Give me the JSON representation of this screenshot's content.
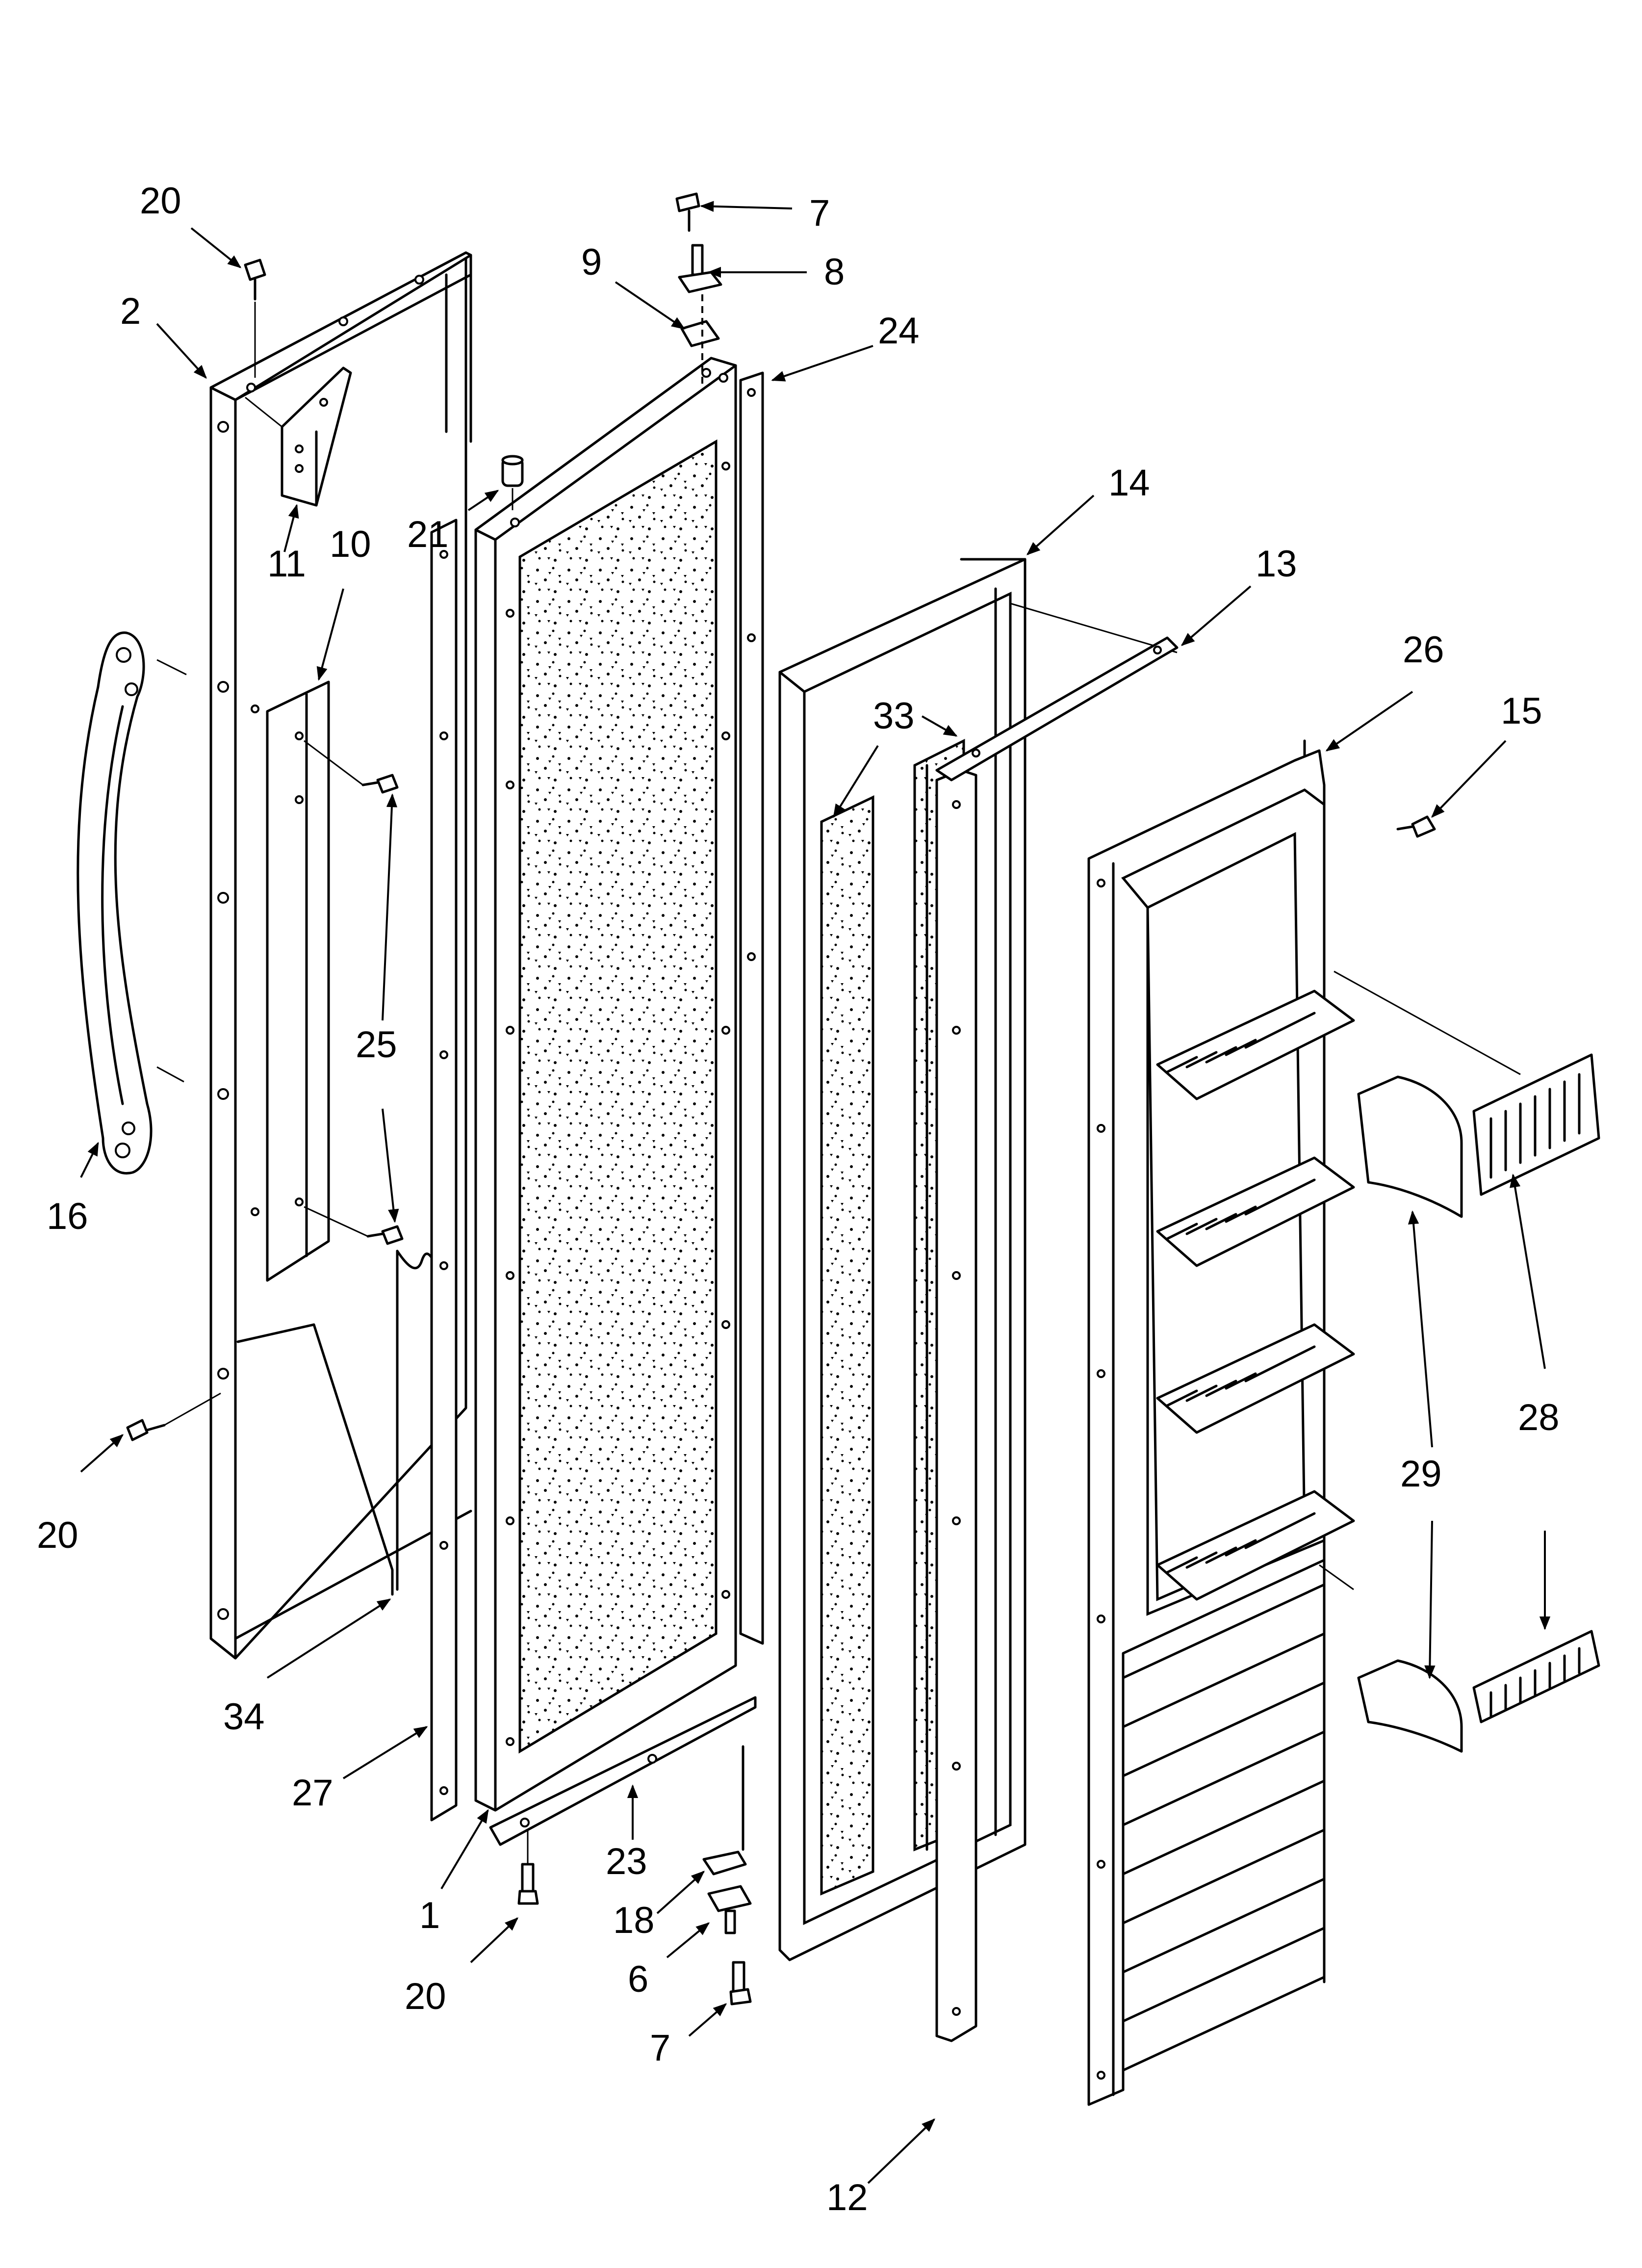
{
  "diagram": {
    "title": "",
    "callouts": [
      {
        "id": "c-20-top",
        "text": "20"
      },
      {
        "id": "c-2",
        "text": "2"
      },
      {
        "id": "c-11",
        "text": "11"
      },
      {
        "id": "c-10",
        "text": "10"
      },
      {
        "id": "c-16",
        "text": "16"
      },
      {
        "id": "c-25",
        "text": "25"
      },
      {
        "id": "c-20-left",
        "text": "20"
      },
      {
        "id": "c-34",
        "text": "34"
      },
      {
        "id": "c-27",
        "text": "27"
      },
      {
        "id": "c-1",
        "text": "1"
      },
      {
        "id": "c-20-bottom",
        "text": "20"
      },
      {
        "id": "c-21",
        "text": "21"
      },
      {
        "id": "c-7-top",
        "text": "7"
      },
      {
        "id": "c-8",
        "text": "8"
      },
      {
        "id": "c-9",
        "text": "9"
      },
      {
        "id": "c-24",
        "text": "24"
      },
      {
        "id": "c-23",
        "text": "23"
      },
      {
        "id": "c-18",
        "text": "18"
      },
      {
        "id": "c-6",
        "text": "6"
      },
      {
        "id": "c-7-bottom",
        "text": "7"
      },
      {
        "id": "c-14",
        "text": "14"
      },
      {
        "id": "c-13",
        "text": "13"
      },
      {
        "id": "c-33",
        "text": "33"
      },
      {
        "id": "c-26",
        "text": "26"
      },
      {
        "id": "c-15",
        "text": "15"
      },
      {
        "id": "c-12",
        "text": "12"
      },
      {
        "id": "c-28",
        "text": "28"
      },
      {
        "id": "c-29",
        "text": "29"
      }
    ]
  }
}
